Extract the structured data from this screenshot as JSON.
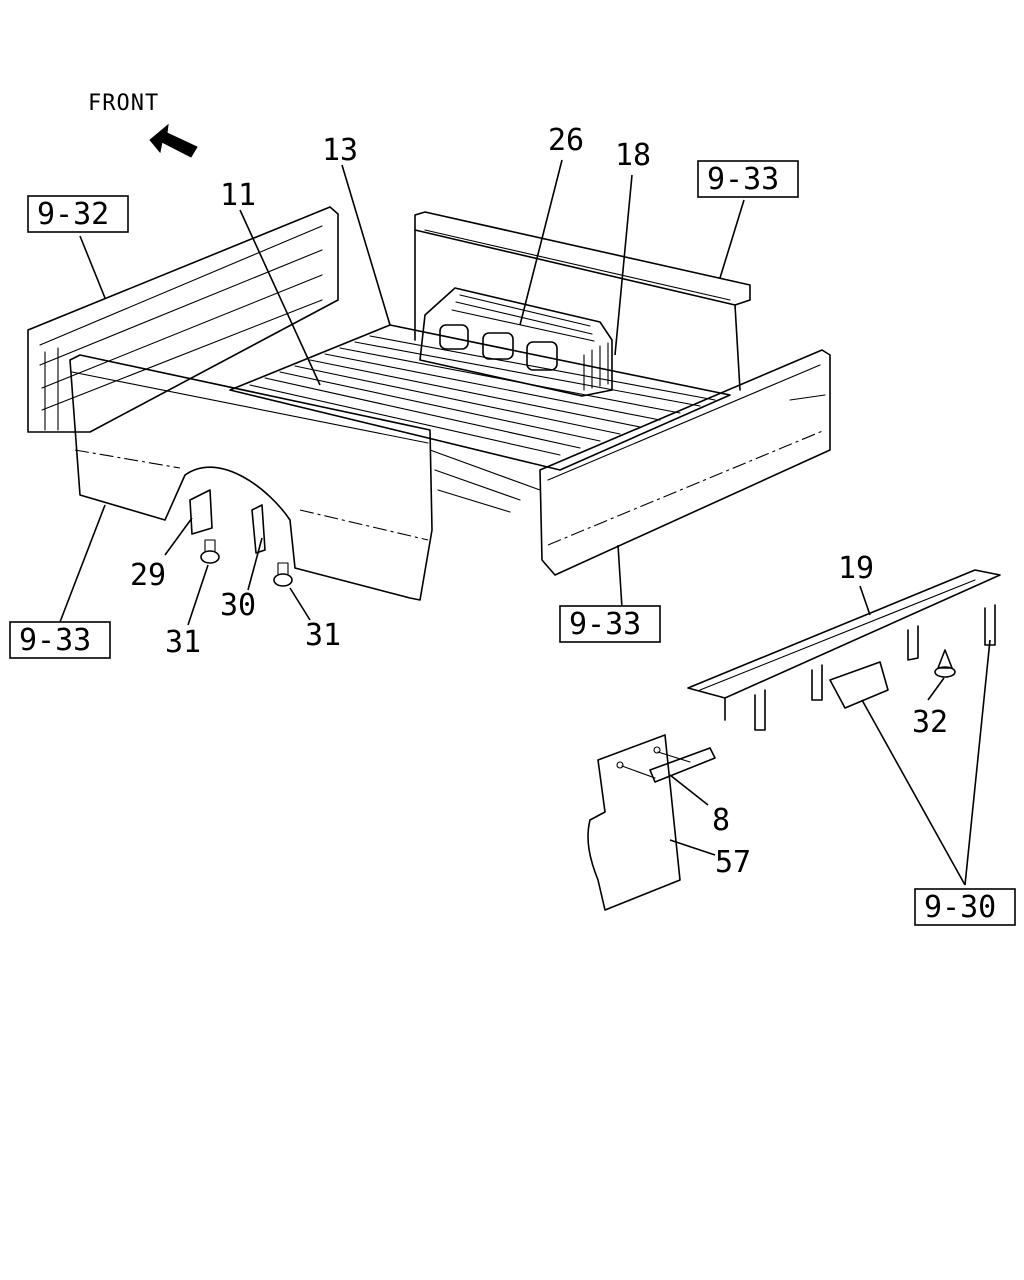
{
  "direction": {
    "text": "FRONT",
    "icon": "front-arrow-icon"
  },
  "callouts": [
    {
      "id": "11",
      "text": "11"
    },
    {
      "id": "13",
      "text": "13"
    },
    {
      "id": "26",
      "text": "26"
    },
    {
      "id": "18",
      "text": "18"
    },
    {
      "id": "19",
      "text": "19"
    },
    {
      "id": "29",
      "text": "29"
    },
    {
      "id": "30",
      "text": "30"
    },
    {
      "id": "31a",
      "text": "31"
    },
    {
      "id": "31b",
      "text": "31"
    },
    {
      "id": "32",
      "text": "32"
    },
    {
      "id": "8",
      "text": "8"
    },
    {
      "id": "57",
      "text": "57"
    }
  ],
  "references": [
    {
      "id": "ref-9-32",
      "text": "9-32"
    },
    {
      "id": "ref-9-33-top",
      "text": "9-33"
    },
    {
      "id": "ref-9-33-left",
      "text": "9-33"
    },
    {
      "id": "ref-9-33-right",
      "text": "9-33"
    },
    {
      "id": "ref-9-30",
      "text": "9-30"
    }
  ]
}
